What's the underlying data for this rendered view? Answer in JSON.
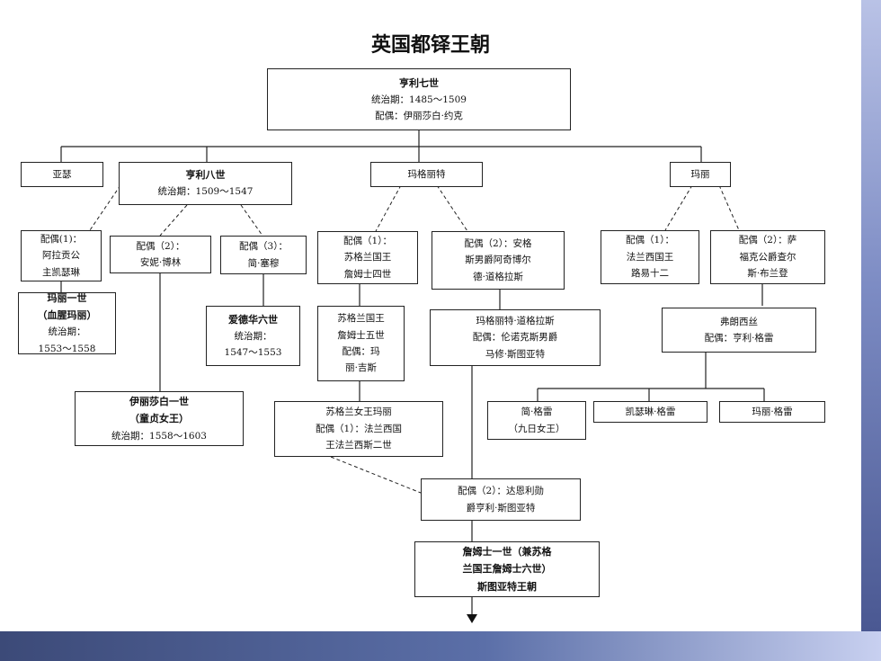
{
  "title": "英国都铎王朝",
  "nodes": {
    "henry7": [
      "亨利七世",
      "统治期：1485～1509",
      "配偶：伊丽莎白·约克"
    ],
    "arthur": [
      "亚瑟"
    ],
    "henry8": [
      "亨利八世",
      "统治期：1509～1547"
    ],
    "margaret": [
      "玛格丽特"
    ],
    "mary_sister": [
      "玛丽"
    ],
    "h8_spouse1": [
      "配偶(1)：",
      "阿拉贡公",
      "主凯瑟琳"
    ],
    "h8_spouse2": [
      "配偶（2）：",
      "安妮·博林"
    ],
    "h8_spouse3": [
      "配偶（3）：",
      "简·塞穆"
    ],
    "m_spouse1": [
      "配偶（1）：",
      "苏格兰国王",
      "詹姆士四世"
    ],
    "m_spouse2": [
      "配偶（2）：安格",
      "斯男爵阿奇博尔",
      "德·道格拉斯"
    ],
    "mary_spouse1": [
      "配偶（1）：",
      "法兰西国王",
      "路易十二"
    ],
    "mary_spouse2": [
      "配偶（2）：萨",
      "福克公爵查尔",
      "斯·布兰登"
    ],
    "mary1": [
      "玛丽一世",
      "（血腥玛丽）",
      "统治期：",
      "1553～1558"
    ],
    "edward6": [
      "爱德华六世",
      "统治期：",
      "1547～1553"
    ],
    "james5": [
      "苏格兰国王",
      "詹姆士五世",
      "配偶：玛",
      "丽·吉斯"
    ],
    "margaret_douglas": [
      "玛格丽特·道格拉斯",
      "配偶：伦诺克斯男爵",
      "马修·斯图亚特"
    ],
    "frances": [
      "弗朗西丝",
      "配偶：亨利·格雷"
    ],
    "jane_grey": [
      "简·格雷",
      "（九日女王）"
    ],
    "catherine_grey": [
      "凯瑟琳·格雷"
    ],
    "mary_grey": [
      "玛丽·格雷"
    ],
    "elizabeth1": [
      "伊丽莎白一世",
      "（童贞女王）",
      "统治期：1558～1603"
    ],
    "mary_scots": [
      "苏格兰女王玛丽",
      "配偶（1）：法兰西国",
      "王法兰西斯二世"
    ],
    "darnley": [
      "配偶（2）：达恩利勋",
      "爵亨利·斯图亚特"
    ],
    "james1": [
      "詹姆士一世（兼苏格",
      "兰国王詹姆士六世）",
      "斯图亚特王朝"
    ]
  },
  "bold_nodes": [
    "henry7",
    "henry8",
    "mary1",
    "edward6",
    "elizabeth1",
    "james1"
  ],
  "bold_title_lines": {
    "henry7": 1,
    "henry8": 1,
    "mary1": 2,
    "edward6": 1,
    "elizabeth1": 2,
    "james1": 3
  }
}
